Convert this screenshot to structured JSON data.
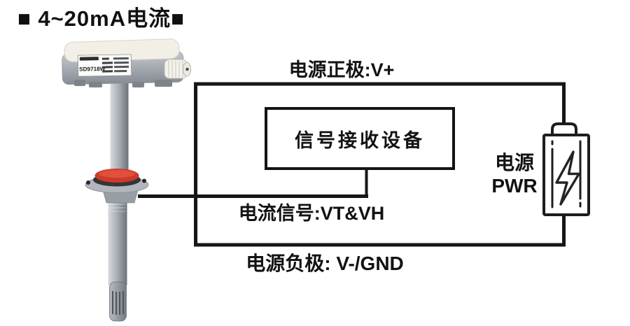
{
  "title": {
    "text": "■ 4~20mA电流■"
  },
  "sensor": {
    "model": "SD9718W"
  },
  "diagram": {
    "receiver_box_label": "信号接收设备",
    "wire_labels": {
      "power_positive": "电源正极:V+",
      "current_signal": "电流信号:VT&VH",
      "power_negative": "电源负极: V-/GND"
    },
    "power_supply": {
      "label_cn": "电源",
      "label_en": "PWR"
    },
    "colors": {
      "wire": "#161616",
      "flange_red": "#ce392b",
      "sensor_gray": "#9aa0a7"
    }
  }
}
